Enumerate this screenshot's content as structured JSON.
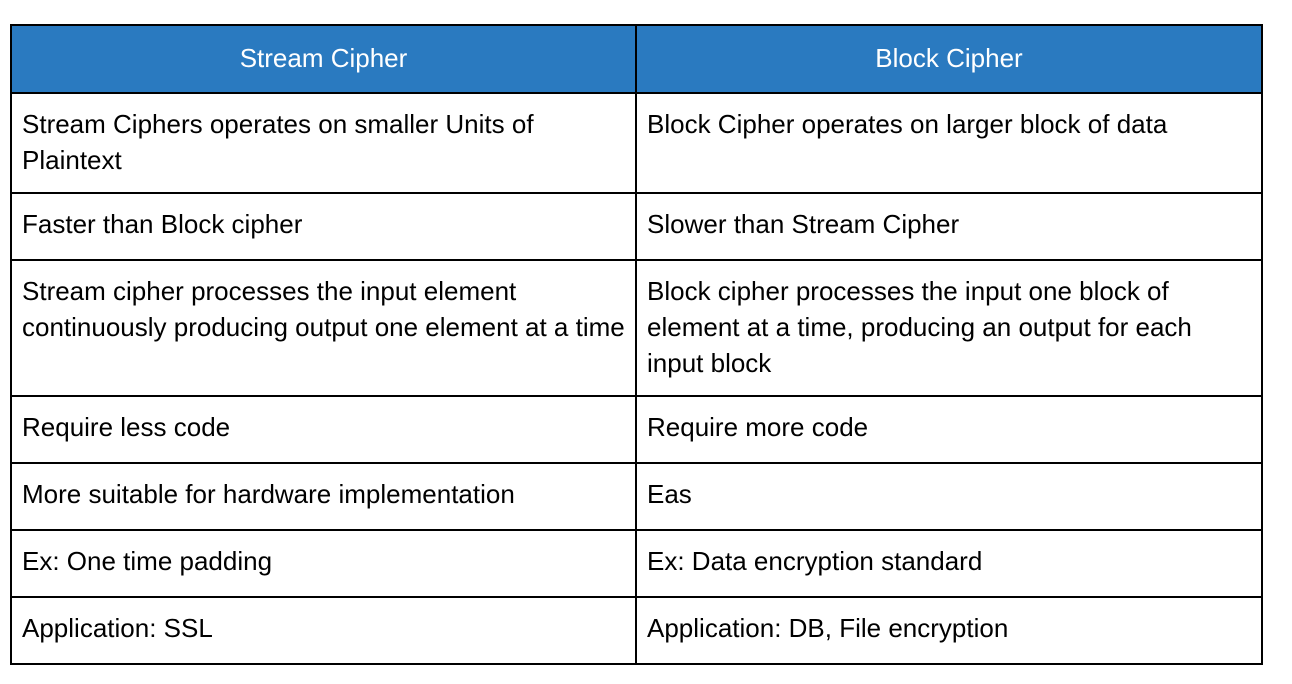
{
  "table": {
    "headers": [
      {
        "label": "Stream Cipher"
      },
      {
        "label": "Block Cipher"
      }
    ],
    "rows": [
      {
        "left": "Stream Ciphers operates on smaller Units of Plaintext",
        "right": "Block Cipher operates on larger block of data"
      },
      {
        "left": "Faster than Block cipher",
        "right": "Slower than Stream Cipher"
      },
      {
        "left": "Stream cipher processes the input element continuously producing output one element at a time",
        "right": "Block cipher processes the input one block of element at a time, producing an output for each input block"
      },
      {
        "left": "Require less code",
        "right": "Require more code"
      },
      {
        "left": "More suitable for hardware implementation",
        "right": "Eas"
      },
      {
        "left": "Ex: One time padding",
        "right": "Ex: Data encryption standard"
      },
      {
        "left": "Application: SSL",
        "right": "Application: DB, File encryption"
      }
    ]
  },
  "colors": {
    "header_background": "#2a7ac0",
    "header_text": "#ffffff",
    "cell_text": "#000000",
    "border": "#000000",
    "page_background": "#ffffff"
  }
}
